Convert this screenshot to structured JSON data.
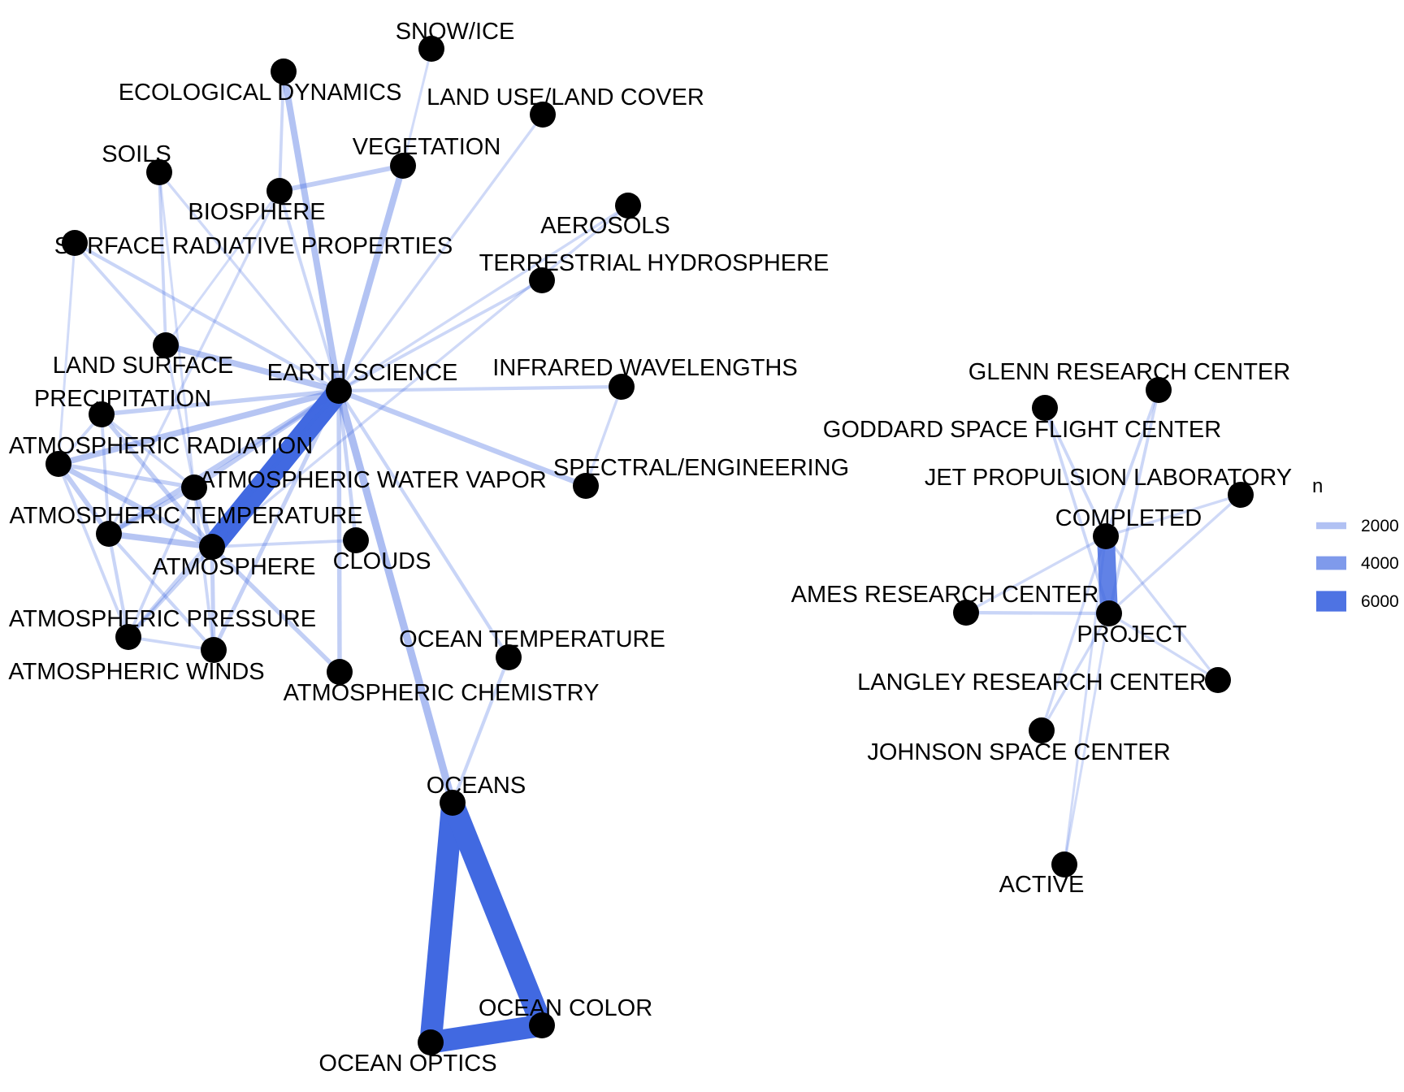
{
  "chart_data": {
    "type": "network",
    "edge_color": "#4169E1",
    "node_color": "#000000",
    "nodes": [
      {
        "id": "EARTH SCIENCE",
        "label": "EARTH SCIENCE"
      },
      {
        "id": "SNOW/ICE",
        "label": "SNOW/ICE"
      },
      {
        "id": "ECOLOGICAL DYNAMICS",
        "label": "ECOLOGICAL DYNAMICS"
      },
      {
        "id": "LAND USE/LAND COVER",
        "label": "LAND USE/LAND COVER"
      },
      {
        "id": "VEGETATION",
        "label": "VEGETATION"
      },
      {
        "id": "SOILS",
        "label": "SOILS"
      },
      {
        "id": "BIOSPHERE",
        "label": "BIOSPHERE"
      },
      {
        "id": "AEROSOLS",
        "label": "AEROSOLS"
      },
      {
        "id": "SURFACE RADIATIVE PROPERTIES",
        "label": "SURFACE RADIATIVE PROPERTIES"
      },
      {
        "id": "TERRESTRIAL HYDROSPHERE",
        "label": "TERRESTRIAL HYDROSPHERE"
      },
      {
        "id": "LAND SURFACE",
        "label": "LAND SURFACE"
      },
      {
        "id": "INFRARED WAVELENGTHS",
        "label": "INFRARED WAVELENGTHS"
      },
      {
        "id": "PRECIPITATION",
        "label": "PRECIPITATION"
      },
      {
        "id": "ATMOSPHERIC RADIATION",
        "label": "ATMOSPHERIC RADIATION"
      },
      {
        "id": "ATMOSPHERIC WATER VAPOR",
        "label": "ATMOSPHERIC WATER VAPOR"
      },
      {
        "id": "SPECTRAL/ENGINEERING",
        "label": "SPECTRAL/ENGINEERING"
      },
      {
        "id": "ATMOSPHERIC TEMPERATURE",
        "label": "ATMOSPHERIC TEMPERATURE"
      },
      {
        "id": "ATMOSPHERE",
        "label": "ATMOSPHERE"
      },
      {
        "id": "CLOUDS",
        "label": "CLOUDS"
      },
      {
        "id": "ATMOSPHERIC PRESSURE",
        "label": "ATMOSPHERIC PRESSURE"
      },
      {
        "id": "ATMOSPHERIC WINDS",
        "label": "ATMOSPHERIC WINDS"
      },
      {
        "id": "OCEAN TEMPERATURE",
        "label": "OCEAN TEMPERATURE"
      },
      {
        "id": "ATMOSPHERIC CHEMISTRY",
        "label": "ATMOSPHERIC CHEMISTRY"
      },
      {
        "id": "OCEANS",
        "label": "OCEANS"
      },
      {
        "id": "OCEAN COLOR",
        "label": "OCEAN COLOR"
      },
      {
        "id": "OCEAN OPTICS",
        "label": "OCEAN OPTICS"
      },
      {
        "id": "GLENN RESEARCH CENTER",
        "label": "GLENN RESEARCH CENTER"
      },
      {
        "id": "GODDARD SPACE FLIGHT CENTER",
        "label": "GODDARD SPACE FLIGHT CENTER"
      },
      {
        "id": "JET PROPULSION LABORATORY",
        "label": "JET PROPULSION LABORATORY"
      },
      {
        "id": "COMPLETED",
        "label": "COMPLETED"
      },
      {
        "id": "AMES RESEARCH CENTER",
        "label": "AMES RESEARCH CENTER"
      },
      {
        "id": "PROJECT",
        "label": "PROJECT"
      },
      {
        "id": "LANGLEY RESEARCH CENTER",
        "label": "LANGLEY RESEARCH CENTER"
      },
      {
        "id": "JOHNSON SPACE CENTER",
        "label": "JOHNSON SPACE CENTER"
      },
      {
        "id": "ACTIVE",
        "label": "ACTIVE"
      }
    ],
    "edges": [
      {
        "from": "EARTH SCIENCE",
        "to": "ATMOSPHERE",
        "n": 6500
      },
      {
        "from": "OCEANS",
        "to": "OCEAN OPTICS",
        "n": 6500
      },
      {
        "from": "OCEANS",
        "to": "OCEAN COLOR",
        "n": 6500
      },
      {
        "from": "OCEAN OPTICS",
        "to": "OCEAN COLOR",
        "n": 6500
      },
      {
        "from": "COMPLETED",
        "to": "PROJECT",
        "n": 5200
      },
      {
        "from": "EARTH SCIENCE",
        "to": "OCEANS",
        "n": 2200
      },
      {
        "from": "EARTH SCIENCE",
        "to": "ECOLOGICAL DYNAMICS",
        "n": 1900
      },
      {
        "from": "EARTH SCIENCE",
        "to": "VEGETATION",
        "n": 1900
      },
      {
        "from": "EARTH SCIENCE",
        "to": "LAND SURFACE",
        "n": 1800
      },
      {
        "from": "EARTH SCIENCE",
        "to": "ATMOSPHERIC RADIATION",
        "n": 1800
      },
      {
        "from": "EARTH SCIENCE",
        "to": "SPECTRAL/ENGINEERING",
        "n": 1500
      },
      {
        "from": "EARTH SCIENCE",
        "to": "ATMOSPHERIC TEMPERATURE",
        "n": 1500
      },
      {
        "from": "EARTH SCIENCE",
        "to": "ATMOSPHERIC WATER VAPOR",
        "n": 1400
      },
      {
        "from": "EARTH SCIENCE",
        "to": "ATMOSPHERIC CHEMISTRY",
        "n": 1300
      },
      {
        "from": "EARTH SCIENCE",
        "to": "PRECIPITATION",
        "n": 1300
      },
      {
        "from": "EARTH SCIENCE",
        "to": "ATMOSPHERIC WINDS",
        "n": 1200
      },
      {
        "from": "EARTH SCIENCE",
        "to": "ATMOSPHERIC PRESSURE",
        "n": 1100
      },
      {
        "from": "EARTH SCIENCE",
        "to": "CLOUDS",
        "n": 1100
      },
      {
        "from": "EARTH SCIENCE",
        "to": "INFRARED WAVELENGTHS",
        "n": 1000
      },
      {
        "from": "EARTH SCIENCE",
        "to": "OCEAN TEMPERATURE",
        "n": 1000
      },
      {
        "from": "EARTH SCIENCE",
        "to": "SURFACE RADIATIVE PROPERTIES",
        "n": 1000
      },
      {
        "from": "EARTH SCIENCE",
        "to": "TERRESTRIAL HYDROSPHERE",
        "n": 900
      },
      {
        "from": "EARTH SCIENCE",
        "to": "BIOSPHERE",
        "n": 900
      },
      {
        "from": "EARTH SCIENCE",
        "to": "SOILS",
        "n": 800
      },
      {
        "from": "EARTH SCIENCE",
        "to": "LAND USE/LAND COVER",
        "n": 800
      },
      {
        "from": "EARTH SCIENCE",
        "to": "AEROSOLS",
        "n": 800
      },
      {
        "from": "ATMOSPHERE",
        "to": "ATMOSPHERIC TEMPERATURE",
        "n": 1800
      },
      {
        "from": "ATMOSPHERE",
        "to": "ATMOSPHERIC RADIATION",
        "n": 1600
      },
      {
        "from": "ATMOSPHERE",
        "to": "ATMOSPHERIC WATER VAPOR",
        "n": 1500
      },
      {
        "from": "ATMOSPHERE",
        "to": "ATMOSPHERIC CHEMISTRY",
        "n": 1300
      },
      {
        "from": "ATMOSPHERE",
        "to": "PRECIPITATION",
        "n": 1300
      },
      {
        "from": "ATMOSPHERE",
        "to": "ATMOSPHERIC WINDS",
        "n": 1200
      },
      {
        "from": "ATMOSPHERE",
        "to": "ATMOSPHERIC PRESSURE",
        "n": 1100
      },
      {
        "from": "ATMOSPHERE",
        "to": "CLOUDS",
        "n": 900
      },
      {
        "from": "ATMOSPHERE",
        "to": "AEROSOLS",
        "n": 800
      },
      {
        "from": "ATMOSPHERIC RADIATION",
        "to": "ATMOSPHERIC TEMPERATURE",
        "n": 1400
      },
      {
        "from": "ATMOSPHERIC RADIATION",
        "to": "ATMOSPHERIC WATER VAPOR",
        "n": 1200
      },
      {
        "from": "ATMOSPHERIC RADIATION",
        "to": "PRECIPITATION",
        "n": 900
      },
      {
        "from": "ATMOSPHERIC RADIATION",
        "to": "ATMOSPHERIC PRESSURE",
        "n": 900
      },
      {
        "from": "ATMOSPHERIC TEMPERATURE",
        "to": "ATMOSPHERIC WATER VAPOR",
        "n": 1300
      },
      {
        "from": "ATMOSPHERIC TEMPERATURE",
        "to": "ATMOSPHERIC PRESSURE",
        "n": 1000
      },
      {
        "from": "ATMOSPHERIC TEMPERATURE",
        "to": "ATMOSPHERIC WINDS",
        "n": 1000
      },
      {
        "from": "ATMOSPHERIC TEMPERATURE",
        "to": "PRECIPITATION",
        "n": 900
      },
      {
        "from": "ATMOSPHERIC WATER VAPOR",
        "to": "ATMOSPHERIC PRESSURE",
        "n": 900
      },
      {
        "from": "ATMOSPHERIC WATER VAPOR",
        "to": "ATMOSPHERIC WINDS",
        "n": 900
      },
      {
        "from": "ATMOSPHERIC WATER VAPOR",
        "to": "PRECIPITATION",
        "n": 900
      },
      {
        "from": "ATMOSPHERIC PRESSURE",
        "to": "ATMOSPHERIC WINDS",
        "n": 900
      },
      {
        "from": "LAND SURFACE",
        "to": "SOILS",
        "n": 900
      },
      {
        "from": "LAND SURFACE",
        "to": "SURFACE RADIATIVE PROPERTIES",
        "n": 900
      },
      {
        "from": "LAND SURFACE",
        "to": "ATMOSPHERIC WATER VAPOR",
        "n": 800
      },
      {
        "from": "LAND SURFACE",
        "to": "BIOSPHERE",
        "n": 700
      },
      {
        "from": "BIOSPHERE",
        "to": "VEGETATION",
        "n": 1400
      },
      {
        "from": "BIOSPHERE",
        "to": "ECOLOGICAL DYNAMICS",
        "n": 900
      },
      {
        "from": "BIOSPHERE",
        "to": "ATMOSPHERIC TEMPERATURE",
        "n": 800
      },
      {
        "from": "SOILS",
        "to": "ATMOSPHERIC WATER VAPOR",
        "n": 700
      },
      {
        "from": "SURFACE RADIATIVE PROPERTIES",
        "to": "ATMOSPHERIC RADIATION",
        "n": 700
      },
      {
        "from": "SNOW/ICE",
        "to": "VEGETATION",
        "n": 700
      },
      {
        "from": "INFRARED WAVELENGTHS",
        "to": "SPECTRAL/ENGINEERING",
        "n": 800
      },
      {
        "from": "OCEANS",
        "to": "OCEAN TEMPERATURE",
        "n": 1000
      },
      {
        "from": "GODDARD SPACE FLIGHT CENTER",
        "to": "COMPLETED",
        "n": 900
      },
      {
        "from": "GODDARD SPACE FLIGHT CENTER",
        "to": "PROJECT",
        "n": 900
      },
      {
        "from": "GLENN RESEARCH CENTER",
        "to": "COMPLETED",
        "n": 900
      },
      {
        "from": "GLENN RESEARCH CENTER",
        "to": "PROJECT",
        "n": 900
      },
      {
        "from": "JET PROPULSION LABORATORY",
        "to": "COMPLETED",
        "n": 800
      },
      {
        "from": "JET PROPULSION LABORATORY",
        "to": "PROJECT",
        "n": 800
      },
      {
        "from": "AMES RESEARCH CENTER",
        "to": "PROJECT",
        "n": 1000
      },
      {
        "from": "AMES RESEARCH CENTER",
        "to": "COMPLETED",
        "n": 800
      },
      {
        "from": "LANGLEY RESEARCH CENTER",
        "to": "COMPLETED",
        "n": 800
      },
      {
        "from": "LANGLEY RESEARCH CENTER",
        "to": "PROJECT",
        "n": 800
      },
      {
        "from": "JOHNSON SPACE CENTER",
        "to": "COMPLETED",
        "n": 800
      },
      {
        "from": "JOHNSON SPACE CENTER",
        "to": "PROJECT",
        "n": 800
      },
      {
        "from": "ACTIVE",
        "to": "COMPLETED",
        "n": 700
      },
      {
        "from": "ACTIVE",
        "to": "PROJECT",
        "n": 700
      }
    ],
    "legend": {
      "title": "n",
      "entries": [
        {
          "label": "2000",
          "value": 2000
        },
        {
          "label": "4000",
          "value": 4000
        },
        {
          "label": "6000",
          "value": 6000
        }
      ]
    }
  }
}
